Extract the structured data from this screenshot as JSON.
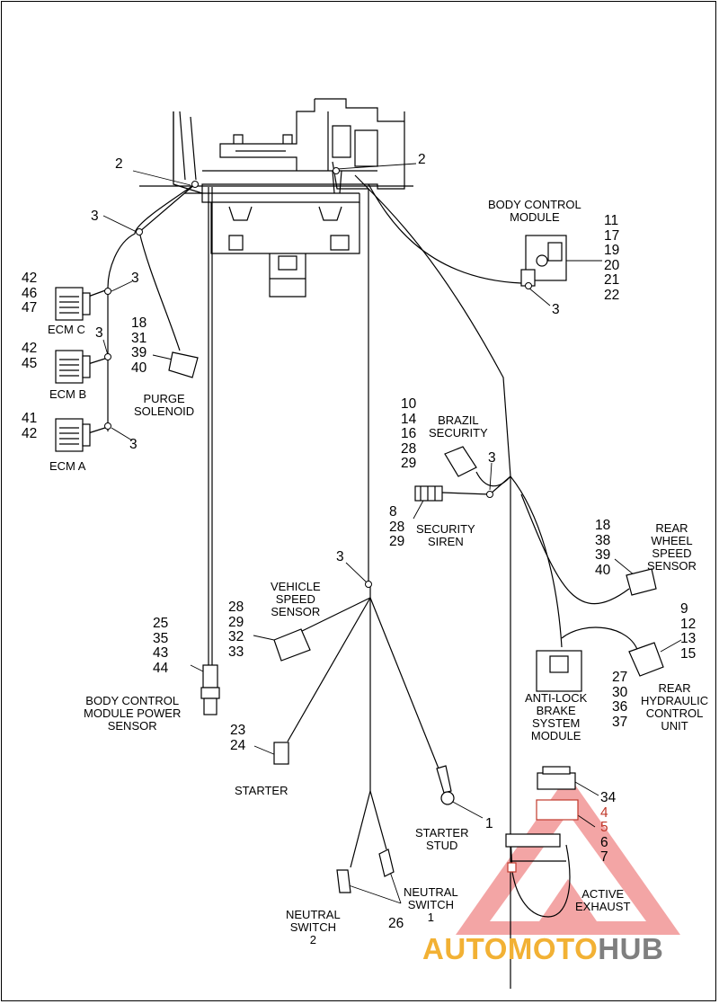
{
  "callouts": {
    "c2_left": "2",
    "c2_right": "2",
    "c3_top": "3",
    "c3_ecmc": "3",
    "c3_ecmb": "3",
    "c3_ecma": "3",
    "c3_bcm": "3",
    "c3_brazil": "3",
    "c3_vss": "3",
    "c1_stud": "1",
    "c26": "26"
  },
  "labels": {
    "bcm": "BODY CONTROL\nMODULE",
    "ecm_c": "ECM C",
    "ecm_b": "ECM B",
    "ecm_a": "ECM A",
    "purge": "PURGE\nSOLENOID",
    "brazil": "BRAZIL\nSECURITY",
    "siren": "SECURITY\nSIREN",
    "rear_wheel": "REAR\nWHEEL\nSPEED\nSENSOR",
    "vss": "VEHICLE\nSPEED\nSENSOR",
    "abs": "ANTI-LOCK\nBRAKE\nSYSTEM\nMODULE",
    "rhcu": "REAR\nHYDRAULIC\nCONTROL\nUNIT",
    "bcm_power": "BODY CONTROL\nMODULE POWER\nSENSOR",
    "starter": "STARTER",
    "starter_stud": "STARTER\nSTUD",
    "neutral1": "NEUTRAL\nSWITCH\n1",
    "neutral2": "NEUTRAL\nSWITCH\n2",
    "active_exhaust": "ACTIVE\nEXHAUST"
  },
  "numbers": {
    "ecm_c": [
      "42",
      "46",
      "47"
    ],
    "ecm_b": [
      "42",
      "45"
    ],
    "ecm_a": [
      "41",
      "42"
    ],
    "purge": [
      "18",
      "31",
      "39",
      "40"
    ],
    "bcm": [
      "11",
      "17",
      "19",
      "20",
      "21",
      "22"
    ],
    "brazil": [
      "10",
      "14",
      "16",
      "28",
      "29"
    ],
    "siren": [
      "8",
      "28",
      "29"
    ],
    "rear_wheel": [
      "18",
      "38",
      "39",
      "40"
    ],
    "vss": [
      "28",
      "29",
      "32",
      "33"
    ],
    "rhcu": [
      "9",
      "12",
      "13",
      "15"
    ],
    "abs": [
      "27",
      "30",
      "36",
      "37"
    ],
    "bcm_power": [
      "25",
      "35",
      "43",
      "44"
    ],
    "starter": [
      "23",
      "24"
    ],
    "active_exhaust": [
      "34",
      "4",
      "5",
      "6",
      "7"
    ]
  },
  "watermark": {
    "part1": "AUTOMOTO",
    "part2": "HUB",
    "accent": "#f2b134",
    "gray": "#7f7f7f",
    "triangle": "#e84a4a"
  }
}
